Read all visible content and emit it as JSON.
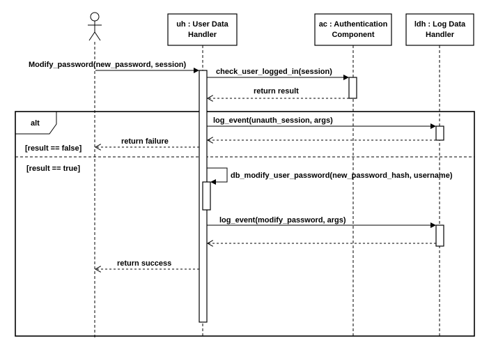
{
  "participants": {
    "actor": {
      "label": ""
    },
    "uh": {
      "line1": "uh : User Data",
      "line2": "Handler"
    },
    "ac": {
      "line1": "ac : Authentication",
      "line2": "Component"
    },
    "ldh": {
      "line1": "ldh : Log Data",
      "line2": "Handler"
    }
  },
  "messages": {
    "modify_password": "Modify_password(new_password, session)",
    "check_logged_in": "check_user_logged_in(session)",
    "return_result": "return result",
    "log_unauth": "log_event(unauth_session, args)",
    "return_failure": "return failure",
    "db_modify": "db_modify_user_password(new_password_hash, username)",
    "log_modify": "log_event(modify_password, args)",
    "return_success": "return success"
  },
  "fragment": {
    "operator": "alt",
    "guard_false": "[result == false]",
    "guard_true": "[result == true]"
  }
}
